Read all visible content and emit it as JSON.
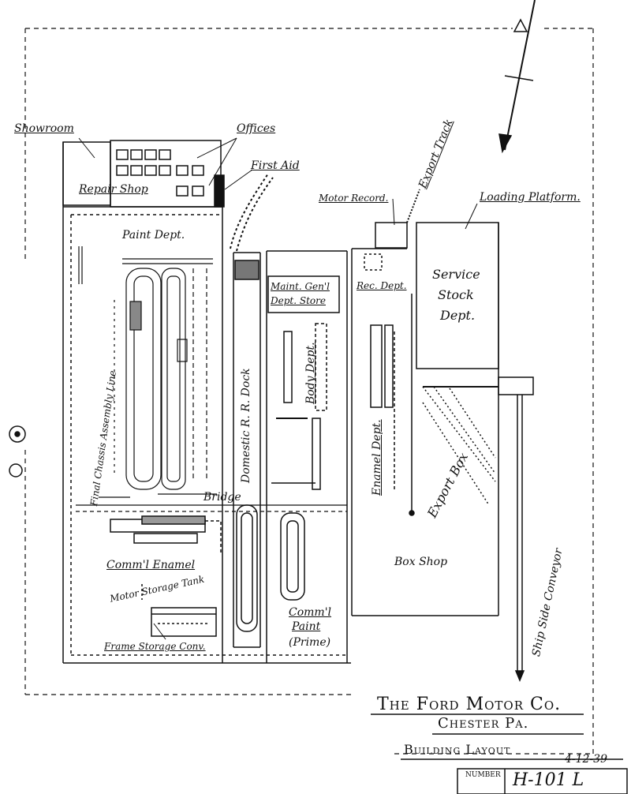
{
  "labels": {
    "showroom": "Showroom",
    "offices": "Offices",
    "first_aid": "First Aid",
    "repair_shop": "Repair Shop",
    "export_track": "Export Track",
    "motor_record": "Motor Record.",
    "loading_platform": "Loading Platform.",
    "paint_dept": "Paint Dept.",
    "maint_dept_1": "Maint. Gen'l",
    "maint_dept_2": "Dept. Store",
    "rec_dept": "Rec. Dept.",
    "service_stock_1": "Service",
    "service_stock_2": "Stock",
    "service_stock_3": "Dept.",
    "body_dept": "Body Dept.",
    "domestic_rr_dock": "Domestic R. R. Dock",
    "enamel_dept": "Enamel Dept.",
    "export_box": "Export Box",
    "ship_side_conveyor": "Ship Side Conveyor",
    "bridge": "Bridge",
    "comml_enamel": "Comm'l Enamel",
    "motor_storage": "Motor Storage Tank",
    "comml_paint_1": "Comm'l",
    "comml_paint_2": "Paint",
    "comml_paint_3": "(Prime)",
    "box_shop": "Box Shop",
    "frame_storage": "Frame Storage Conv.",
    "final_chassis": "Final Chassis Assembly Line"
  },
  "title_block": {
    "company": "The Ford Motor Co.",
    "location": "Chester Pa.",
    "drawing": "Building Layout",
    "date": "4-12-39",
    "number_label": "NUMBER",
    "number": "H-101 L"
  }
}
